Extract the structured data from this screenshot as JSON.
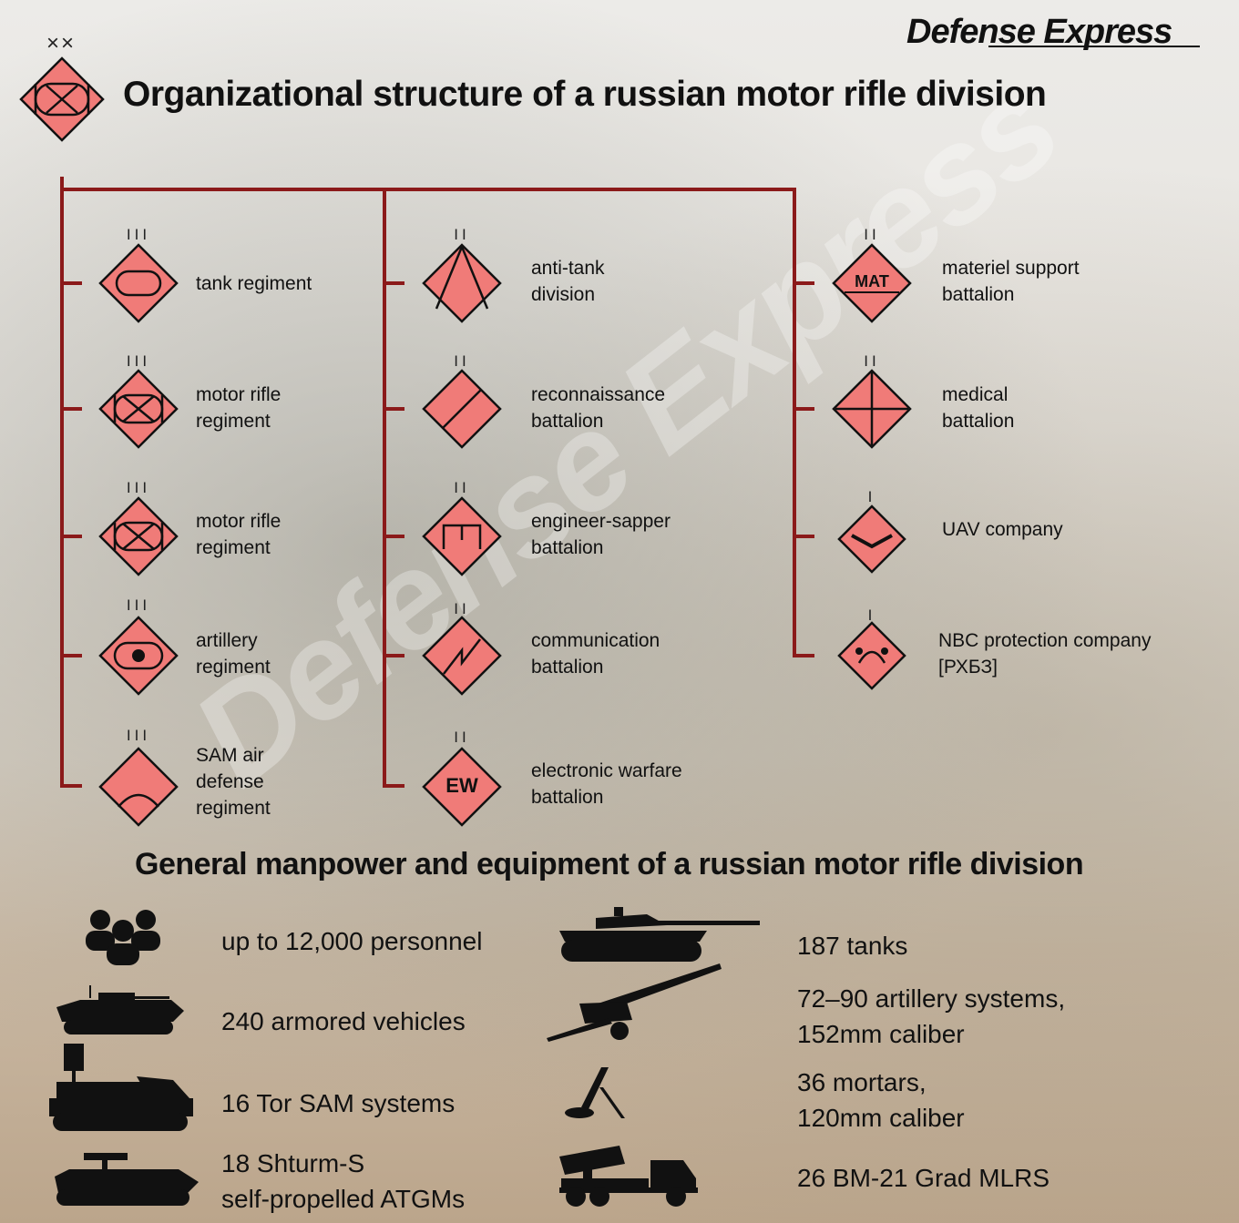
{
  "brand": "Defense Express",
  "header": {
    "title": "Organizational structure of a russian motor rifle division",
    "division_echelon": "××"
  },
  "watermark": "Defense Express",
  "units": [
    {
      "echelon": "III",
      "lines": [
        "tank regiment"
      ],
      "icon": "armor-symbol-icon"
    },
    {
      "echelon": "III",
      "lines": [
        "motor rifle",
        "regiment"
      ],
      "icon": "mechanized-infantry-symbol-icon"
    },
    {
      "echelon": "III",
      "lines": [
        "motor rifle",
        "regiment"
      ],
      "icon": "mechanized-infantry-symbol-icon"
    },
    {
      "echelon": "III",
      "lines": [
        "artillery",
        "regiment"
      ],
      "icon": "artillery-symbol-icon"
    },
    {
      "echelon": "III",
      "lines": [
        "SAM air",
        "defense",
        "regiment"
      ],
      "icon": "air-defense-symbol-icon"
    },
    {
      "echelon": "II",
      "lines": [
        "anti-tank",
        "division"
      ],
      "icon": "anti-tank-symbol-icon"
    },
    {
      "echelon": "II",
      "lines": [
        "reconnaissance",
        "battalion"
      ],
      "icon": "reconnaissance-symbol-icon"
    },
    {
      "echelon": "II",
      "lines": [
        "engineer-sapper",
        "battalion"
      ],
      "icon": "engineer-symbol-icon"
    },
    {
      "echelon": "II",
      "lines": [
        "communication",
        "battalion"
      ],
      "icon": "signal-symbol-icon"
    },
    {
      "echelon": "II",
      "lines": [
        "electronic warfare",
        "battalion"
      ],
      "icon": "electronic-warfare-symbol-icon",
      "symbol_text": "EW"
    },
    {
      "echelon": "II",
      "lines": [
        "materiel support",
        "battalion"
      ],
      "icon": "supply-symbol-icon",
      "symbol_text": "MAT"
    },
    {
      "echelon": "II",
      "lines": [
        "medical",
        "battalion"
      ],
      "icon": "medical-symbol-icon"
    },
    {
      "echelon": "I",
      "lines": [
        "UAV company"
      ],
      "icon": "uav-symbol-icon"
    },
    {
      "echelon": "I",
      "lines": [
        "NBC protection company",
        "[РХБЗ]"
      ],
      "icon": "nbc-symbol-icon"
    }
  ],
  "section2": {
    "title": "General manpower and equipment of a russian motor rifle division"
  },
  "stats": [
    {
      "lines": [
        "up to 12,000 personnel"
      ],
      "icon": "personnel-icon"
    },
    {
      "lines": [
        "240 armored vehicles"
      ],
      "icon": "ifv-icon"
    },
    {
      "lines": [
        "16 Tor SAM systems"
      ],
      "icon": "sam-vehicle-icon"
    },
    {
      "lines": [
        "18 Shturm-S",
        "self-propelled ATGMs"
      ],
      "icon": "atgm-vehicle-icon"
    },
    {
      "lines": [
        "187 tanks"
      ],
      "icon": "tank-icon"
    },
    {
      "lines": [
        "72–90 artillery systems,",
        "152mm caliber"
      ],
      "icon": "howitzer-icon"
    },
    {
      "lines": [
        "36 mortars,",
        "120mm caliber"
      ],
      "icon": "mortar-icon"
    },
    {
      "lines": [
        "26 BM-21 Grad MLRS"
      ],
      "icon": "mlrs-icon"
    }
  ],
  "colors": {
    "symbol_fill": "#f07b78",
    "tree_line": "#8b1a1a"
  }
}
